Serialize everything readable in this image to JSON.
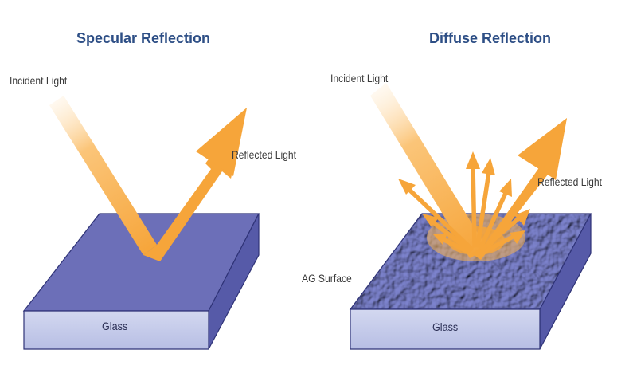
{
  "panels": {
    "specular": {
      "title": "Specular Reflection",
      "incident_label": "Incident Light",
      "reflected_label": "Reflected Light",
      "glass_label": "Glass"
    },
    "diffuse": {
      "title": "Diffuse Reflection",
      "incident_label": "Incident Light",
      "reflected_label": "Reflected Light",
      "surface_label": "AG Surface",
      "glass_label": "Glass"
    }
  },
  "colors": {
    "title": "#2e4f86",
    "glass_top_smooth": "#6c6fb8",
    "glass_top_rough": "#5a5fb0",
    "glass_side": "#c7cde9",
    "glass_right_side": "#565aa8",
    "glass_edge": "#2f3377",
    "light_beam": "#f6a53a"
  }
}
